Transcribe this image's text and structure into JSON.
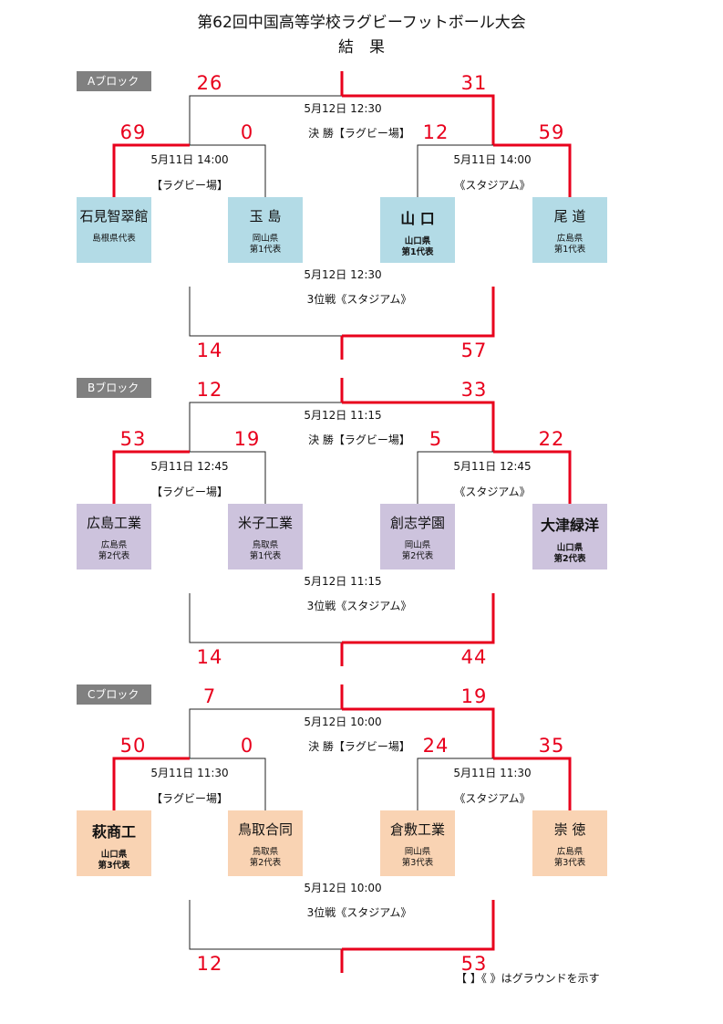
{
  "title": "第62回中国高等学校ラグビーフットボール大会",
  "subtitle": "結　果",
  "footnote": "【 】《 》はグラウンドを示す",
  "colors": {
    "line": "#222222",
    "winner_line": "#e8001c",
    "score": "#e8001c"
  },
  "blocks": [
    {
      "label": "Aブロック",
      "team_color": "blue",
      "final": {
        "score_left": "26",
        "score_right": "31",
        "date": "5月12日 12:30",
        "name": "決 勝【ラグビー場】",
        "winner": "right"
      },
      "semi_left": {
        "score_left": "69",
        "score_right": "0",
        "date": "5月11日 14:00",
        "venue": "【ラグビー場】",
        "winner": "left"
      },
      "semi_right": {
        "score_left": "12",
        "score_right": "59",
        "date": "5月11日 14:00",
        "venue": "《スタジアム》",
        "winner": "right"
      },
      "teams": [
        {
          "name": "石見智翠館",
          "pref": "島根県代表",
          "rep": "",
          "bold": false
        },
        {
          "name": "玉 島",
          "pref": "岡山県",
          "rep": "第1代表",
          "bold": false
        },
        {
          "name": "山 口",
          "pref": "山口県",
          "rep": "第1代表",
          "bold": true
        },
        {
          "name": "尾 道",
          "pref": "広島県",
          "rep": "第1代表",
          "bold": false
        }
      ],
      "third": {
        "date": "5月12日 12:30",
        "name": "3位戦《スタジアム》",
        "score_left": "14",
        "score_right": "57",
        "winner": "right"
      }
    },
    {
      "label": "Bブロック",
      "team_color": "purple",
      "final": {
        "score_left": "12",
        "score_right": "33",
        "date": "5月12日 11:15",
        "name": "決 勝【ラグビー場】",
        "winner": "right"
      },
      "semi_left": {
        "score_left": "53",
        "score_right": "19",
        "date": "5月11日 12:45",
        "venue": "【ラグビー場】",
        "winner": "left"
      },
      "semi_right": {
        "score_left": "5",
        "score_right": "22",
        "date": "5月11日 12:45",
        "venue": "《スタジアム》",
        "winner": "right"
      },
      "teams": [
        {
          "name": "広島工業",
          "pref": "広島県",
          "rep": "第2代表",
          "bold": false
        },
        {
          "name": "米子工業",
          "pref": "鳥取県",
          "rep": "第1代表",
          "bold": false
        },
        {
          "name": "創志学園",
          "pref": "岡山県",
          "rep": "第2代表",
          "bold": false
        },
        {
          "name": "大津緑洋",
          "pref": "山口県",
          "rep": "第2代表",
          "bold": true
        }
      ],
      "third": {
        "date": "5月12日 11:15",
        "name": "3位戦《スタジアム》",
        "score_left": "14",
        "score_right": "44",
        "winner": "right"
      }
    },
    {
      "label": "Cブロック",
      "team_color": "peach",
      "final": {
        "score_left": "7",
        "score_right": "19",
        "date": "5月12日 10:00",
        "name": "決 勝【ラグビー場】",
        "winner": "right"
      },
      "semi_left": {
        "score_left": "50",
        "score_right": "0",
        "date": "5月11日 11:30",
        "venue": "【ラグビー場】",
        "winner": "left"
      },
      "semi_right": {
        "score_left": "24",
        "score_right": "35",
        "date": "5月11日 11:30",
        "venue": "《スタジアム》",
        "winner": "right"
      },
      "teams": [
        {
          "name": "萩商工",
          "pref": "山口県",
          "rep": "第3代表",
          "bold": true
        },
        {
          "name": "鳥取合同",
          "pref": "鳥取県",
          "rep": "第2代表",
          "bold": false
        },
        {
          "name": "倉敷工業",
          "pref": "岡山県",
          "rep": "第3代表",
          "bold": false
        },
        {
          "name": "崇 徳",
          "pref": "広島県",
          "rep": "第3代表",
          "bold": false
        }
      ],
      "third": {
        "date": "5月12日 10:00",
        "name": "3位戦《スタジアム》",
        "score_left": "12",
        "score_right": "53",
        "winner": "right"
      }
    }
  ]
}
